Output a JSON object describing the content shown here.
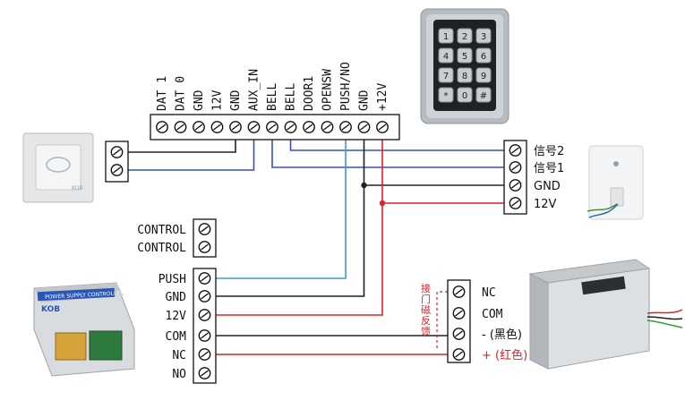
{
  "controller_terminals": [
    "DAT 1",
    "DAT 0",
    "GND",
    "12V",
    "GND",
    "AUX_IN",
    "BELL",
    "BELL",
    "DOOR1",
    "OPENSW",
    "PUSH/NO",
    "GND",
    "+12V"
  ],
  "doorbell_terminals": [
    "信号2",
    "信号1",
    "GND",
    "12V"
  ],
  "control_terminals": [
    "CONTROL",
    "CONTROL"
  ],
  "power_supply_terminals": [
    "PUSH",
    "GND",
    "12V",
    "COM",
    "NC",
    "NO"
  ],
  "lock_terminals": [
    "NC",
    "COM",
    "- (黑色)",
    "+ (红色)"
  ],
  "door_sensor_label": [
    "接",
    "门",
    "磁",
    "反",
    "馈"
  ],
  "keypad_keys": [
    "1",
    "2",
    "3",
    "4",
    "5",
    "6",
    "7",
    "8",
    "9",
    "*",
    "0",
    "#"
  ],
  "power_supply_label": "POWER SUPPLY CONTROLLER",
  "power_supply_brand": "KOB",
  "exit_button_brand": "KOB",
  "colors": {
    "blue_wire": "#3a4fc4",
    "cyan_wire": "#3b9ad9",
    "red_wire": "#d8232a",
    "black_wire": "#222222",
    "gray_wire": "#6b6b6b"
  }
}
